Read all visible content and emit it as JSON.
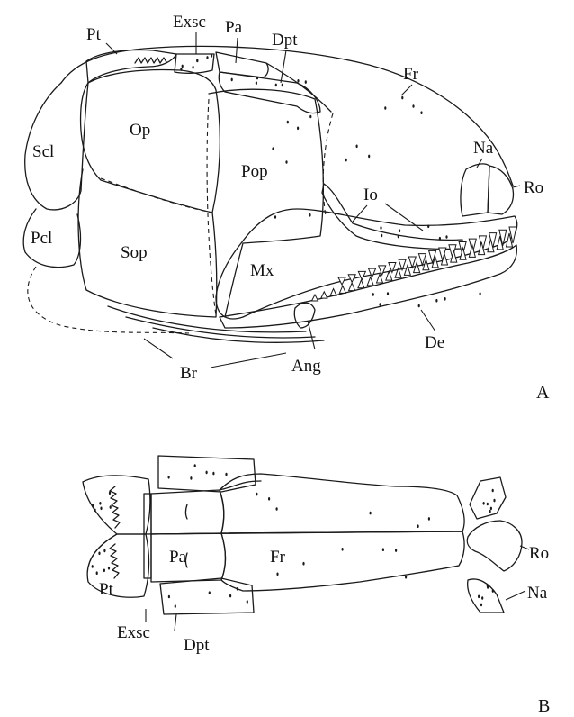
{
  "figure": {
    "panel_a": {
      "letter": "A",
      "labels": {
        "pt": "Pt",
        "exsc": "Exsc",
        "pa": "Pa",
        "dpt": "Dpt",
        "fr": "Fr",
        "scl": "Scl",
        "op": "Op",
        "pop": "Pop",
        "na": "Na",
        "ro": "Ro",
        "io": "Io",
        "pcl": "Pcl",
        "sop": "Sop",
        "mx": "Mx",
        "de": "De",
        "br": "Br",
        "ang": "Ang"
      }
    },
    "panel_b": {
      "letter": "B",
      "labels": {
        "pa": "Pa",
        "fr": "Fr",
        "ro": "Ro",
        "na": "Na",
        "pt": "Pt",
        "exsc": "Exsc",
        "dpt": "Dpt"
      }
    }
  }
}
